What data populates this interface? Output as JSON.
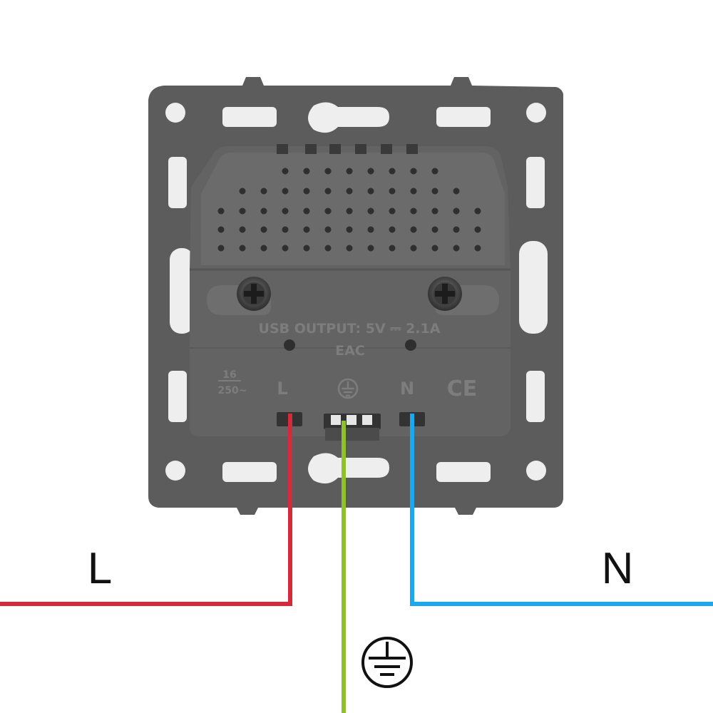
{
  "device": {
    "output_marking": "USB OUTPUT: 5V ⎓ 2.1A",
    "certification_mark": "EAC",
    "rating_top": "16",
    "rating_bottom": "250~",
    "terminal_live": "L",
    "terminal_earth_symbol": "earth-symbol",
    "terminal_neutral": "N",
    "ce_mark": "CE"
  },
  "wires": {
    "live": {
      "label": "L",
      "color": "#d42a3c"
    },
    "earth": {
      "symbol": "protective-earth-icon",
      "color": "#8ec12a"
    },
    "neutral": {
      "label": "N",
      "color": "#1aa9ef"
    }
  },
  "colors": {
    "frame": "#5c5c5c",
    "module": "#656565",
    "slot": "#eeeeee"
  }
}
